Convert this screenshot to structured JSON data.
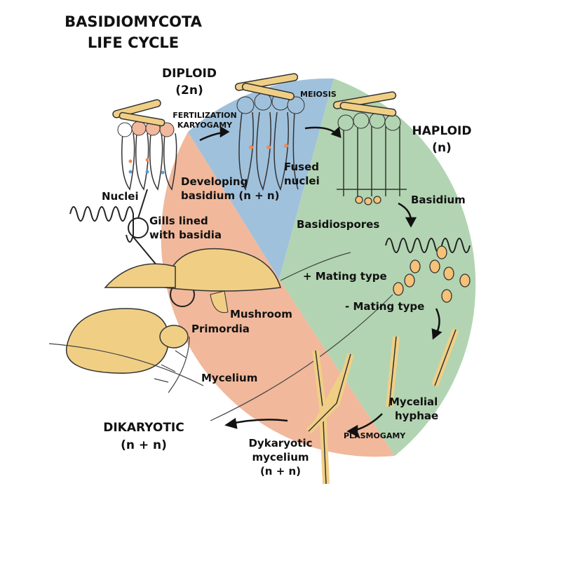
{
  "title": {
    "line1": "BASIDIOMYCOTA",
    "line2": "LIFE CYCLE"
  },
  "phases": {
    "diploid": {
      "line1": "DIPLOID",
      "line2": "(2n)"
    },
    "haploid": {
      "line1": "HAPLOID",
      "line2": "(n)"
    },
    "dikaryotic": {
      "line1": "DIKARYOTIC",
      "line2": "(n + n)"
    }
  },
  "processes": {
    "fertilization": "FERTILIZATION",
    "karyogamy": "KARYOGAMY",
    "meiosis": "MEIOSIS",
    "plasmogamy": "PLASMOGAMY"
  },
  "labels": {
    "fused_nuclei": [
      "Fused",
      "nuclei"
    ],
    "developing_basidium": [
      "Developing",
      "basidium (n + n)"
    ],
    "nuclei": "Nuclei",
    "gills": [
      "Gills lined",
      "with basidia"
    ],
    "basidium": "Basidium",
    "basidiospores": "Basidiospores",
    "plus_mating": "+ Mating type",
    "minus_mating": "- Mating type",
    "mushroom": "Mushroom",
    "primordia": "Primordia",
    "mycelium": "Mycelium",
    "mycelial_hyphae": [
      "Mycelial",
      "hyphae"
    ],
    "dikaryotic_mycelium": [
      "Dykaryotic",
      "mycelium",
      "(n + n)"
    ]
  },
  "colors": {
    "dikaryotic": "#f1b89b",
    "diploid": "#a0c1dc",
    "haploid": "#b2d4b2",
    "cap": "#f0cf85",
    "nucleus_orange": "#f08a5a",
    "nucleus_blue": "#5a9bd8"
  }
}
